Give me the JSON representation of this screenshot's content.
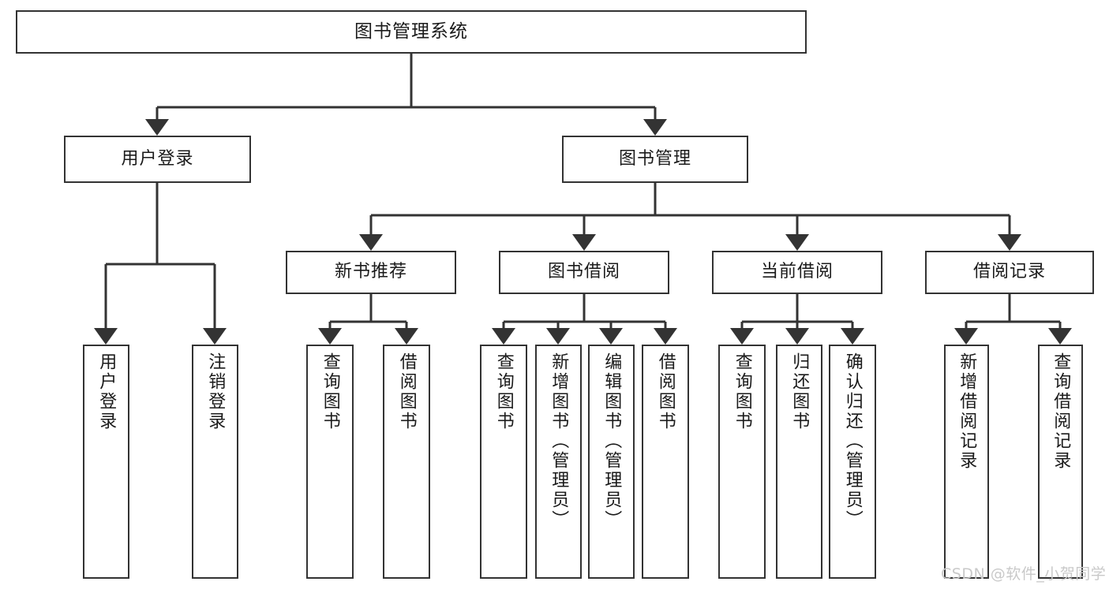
{
  "diagram": {
    "title": "图书管理系统",
    "type": "tree-hierarchy",
    "line_color": "#333333",
    "box_fill": "#ffffff",
    "text_color": "#1a1a1a"
  },
  "root": {
    "label": "图书管理系统"
  },
  "level1": [
    {
      "label": "用户登录"
    },
    {
      "label": "图书管理"
    }
  ],
  "level2": [
    {
      "label": "新书推荐"
    },
    {
      "label": "图书借阅"
    },
    {
      "label": "当前借阅"
    },
    {
      "label": "借阅记录"
    }
  ],
  "leaves": {
    "user_login": [
      {
        "label": "用户登录"
      },
      {
        "label": "注销登录"
      }
    ],
    "new_book": [
      {
        "label": "查询图书"
      },
      {
        "label": "借阅图书"
      }
    ],
    "book_borrow": [
      {
        "label": "查询图书"
      },
      {
        "label": "新增图书（管理员）"
      },
      {
        "label": "编辑图书（管理员）"
      },
      {
        "label": "借阅图书"
      }
    ],
    "current_borrow": [
      {
        "label": "查询图书"
      },
      {
        "label": "归还图书"
      },
      {
        "label": "确认归还（管理员）"
      }
    ],
    "borrow_record": [
      {
        "label": "新增借阅记录"
      },
      {
        "label": "查询借阅记录"
      }
    ]
  },
  "watermark": {
    "text": "CSDN @软件_小贺同学"
  }
}
